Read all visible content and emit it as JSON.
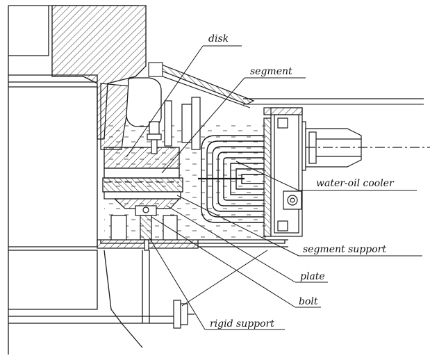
{
  "colors": {
    "line": "#1a1a1a",
    "hatch": "#2b2b2b",
    "background": "#ffffff"
  },
  "labels": {
    "disk": "disk",
    "segment": "segment",
    "water_oil_cooler": "water-oil cooler",
    "segment_support": "segment support",
    "plate": "plate",
    "bolt": "bolt",
    "rigid_support": "rigid support"
  }
}
